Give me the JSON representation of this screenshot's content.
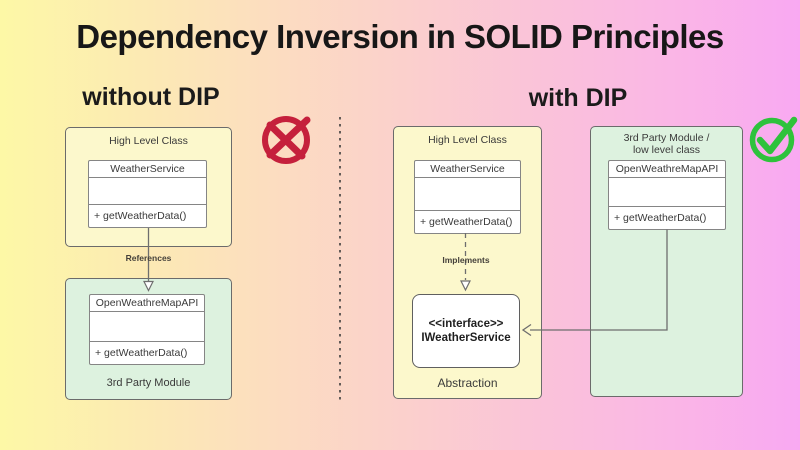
{
  "title": "Dependency Inversion in SOLID Principles",
  "left_panel": {
    "heading": "without DIP",
    "status_icon": "cross-icon",
    "high_level": {
      "label": "High Level Class",
      "class_box": {
        "name": "WeatherService",
        "method": "+ getWeatherData()"
      }
    },
    "connector_label": "References",
    "third_party": {
      "label": "3rd Party Module",
      "class_box": {
        "name": "OpenWeathreMapAPI",
        "method": "+ getWeatherData()"
      }
    }
  },
  "right_panel": {
    "heading": "with DIP",
    "status_icon": "check-icon",
    "high_level": {
      "label": "High Level Class",
      "class_box": {
        "name": "WeatherService",
        "method": "+ getWeatherData()"
      },
      "connector_label": "Implements",
      "interface_box": {
        "stereotype": "<<interface>>",
        "name": "IWeatherService"
      },
      "footer_label": "Abstraction"
    },
    "third_party": {
      "label_line1": "3rd Party Module /",
      "label_line2": "low level class",
      "class_box": {
        "name": "OpenWeathreMapAPI",
        "method": "+ getWeatherData()"
      }
    }
  },
  "colors": {
    "bg_gradient_start": "#FDF8A6",
    "bg_gradient_end": "#F9A9F2",
    "container_yellow": "#FCF8CC",
    "container_green": "#DDF2DF",
    "container_border": "#6B6B6B",
    "connector": "#6E6E6E",
    "cross_red": "#C5203C",
    "check_green": "#2EC23C",
    "text_dark": "#3A3A3A"
  }
}
